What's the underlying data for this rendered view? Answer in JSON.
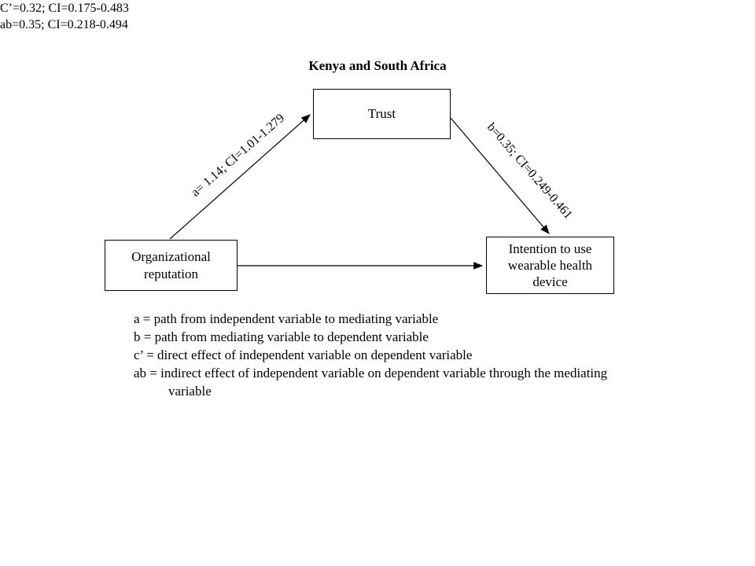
{
  "title": "Kenya and South Africa",
  "nodes": {
    "mediator": "Trust",
    "independent": "Organizational reputation",
    "dependent": "Intention to use wearable health device"
  },
  "paths": {
    "a_label": "a= 1.14; CI=1.01-1.279",
    "b_label": "b=0.35; CI=0.249-0.461",
    "c_label": "C’=0.32; CI=0.175-0.483",
    "ab_label": "ab=0.35; CI=0.218-0.494"
  },
  "legend": {
    "line1": "a = path from independent variable to mediating variable",
    "line2": "b = path from mediating variable to dependent variable",
    "line3": "c’ = direct effect of independent variable on dependent variable",
    "line4": "ab = indirect effect of independent variable on dependent variable through the mediating",
    "line5": "variable"
  },
  "colors": {
    "stroke": "#000000",
    "background": "#ffffff"
  }
}
